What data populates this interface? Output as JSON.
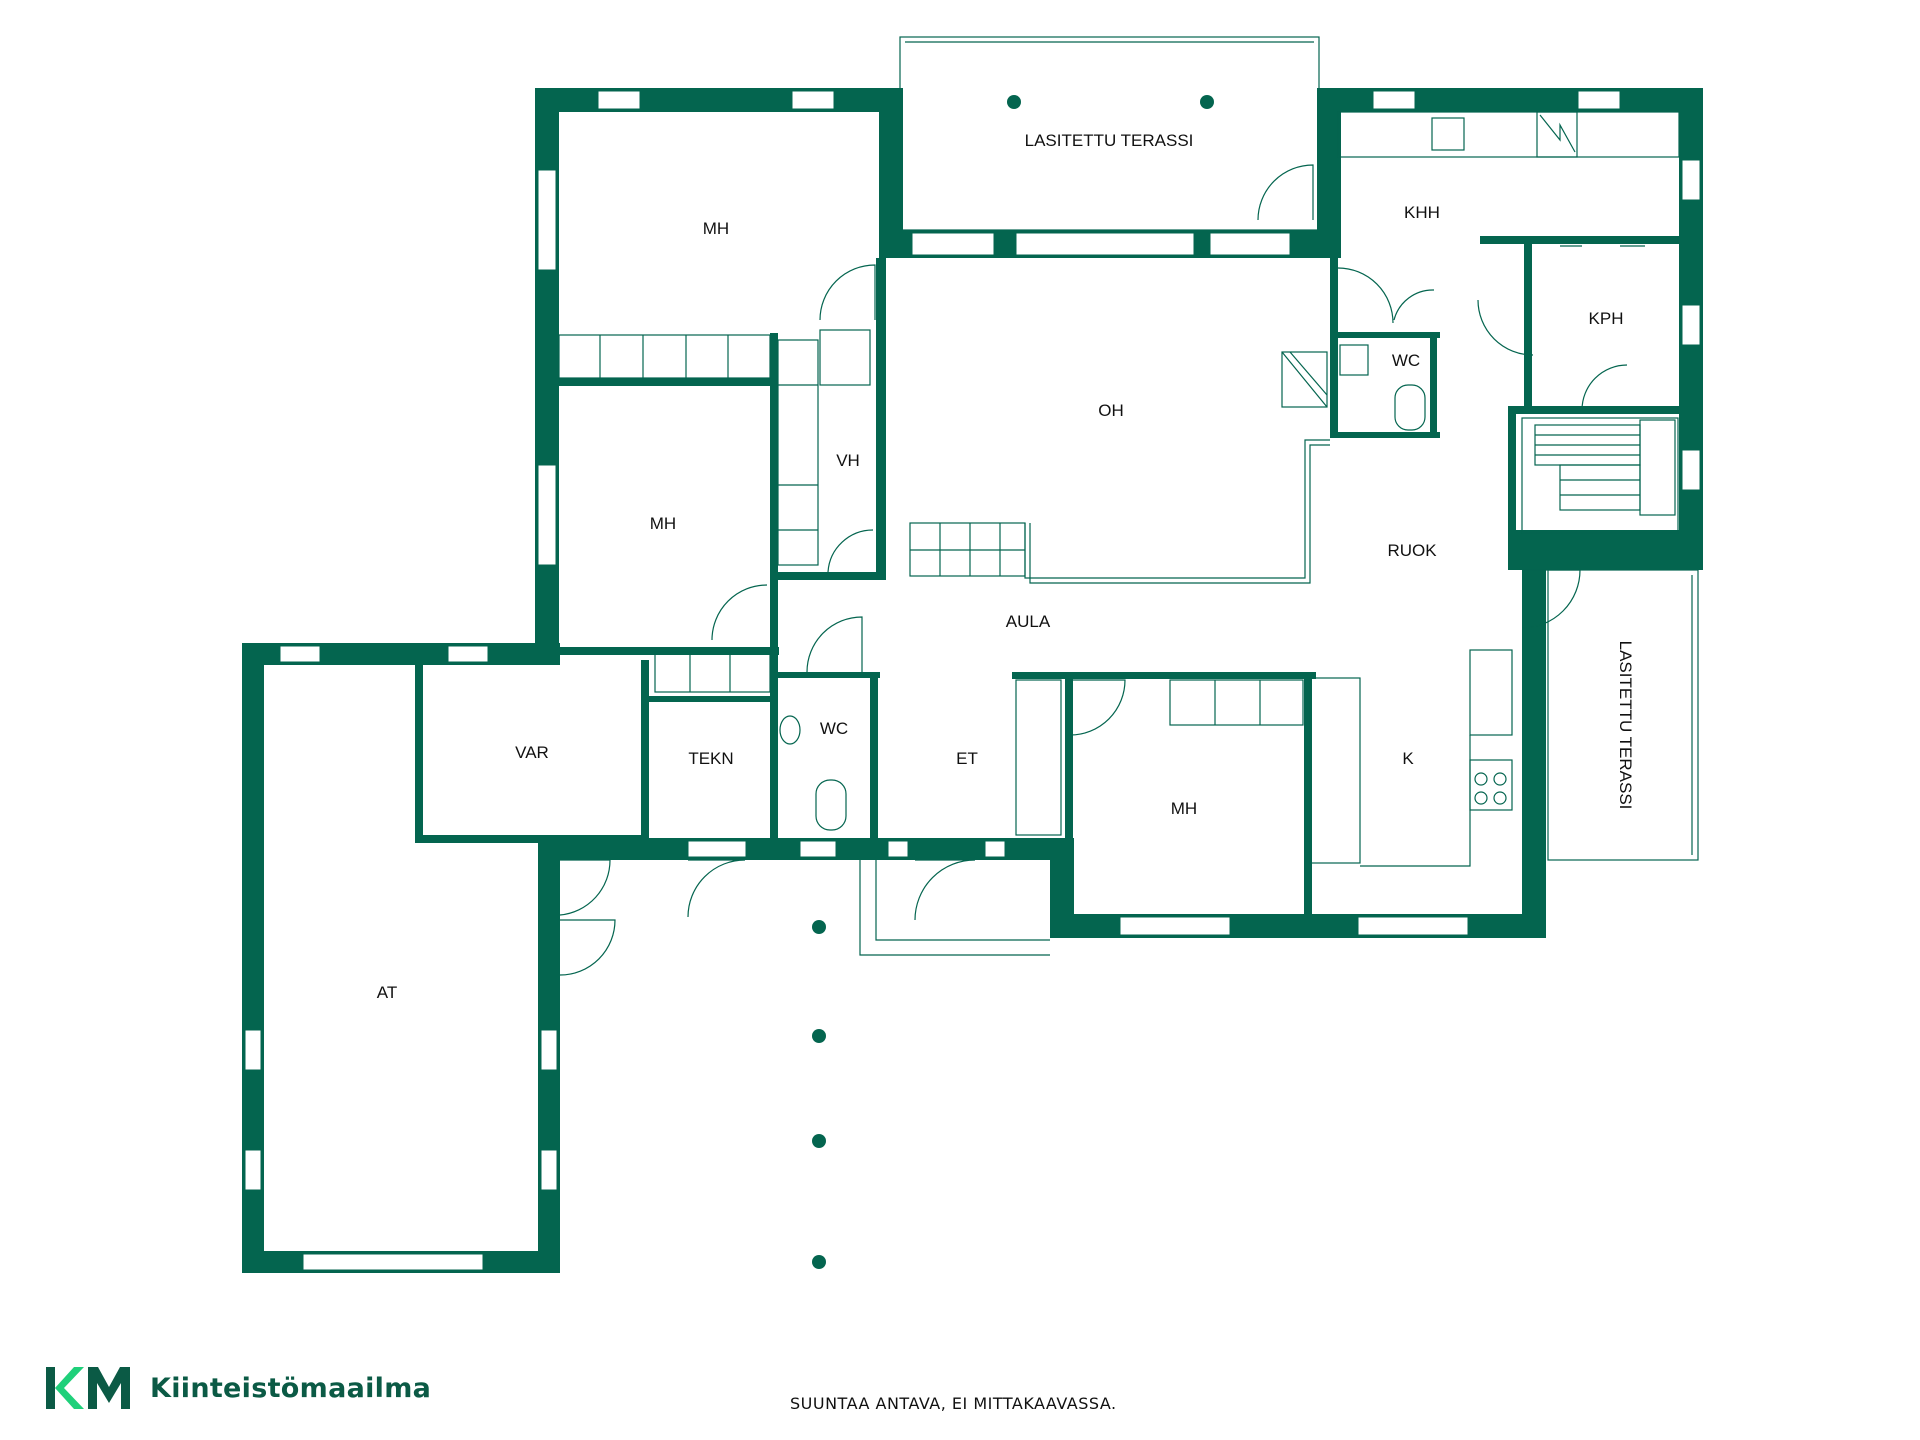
{
  "colors": {
    "wall": "#04654f",
    "accent_green": "#1fd07a",
    "text": "#111111"
  },
  "rooms": {
    "mh_top": "MH",
    "lasitettu_terassi_top": "LASITETTU TERASSI",
    "khh": "KHH",
    "kph": "KPH",
    "wc_upper": "WC",
    "oh": "OH",
    "vh": "VH",
    "mh_mid": "MH",
    "ruok": "RUOK",
    "aula": "AULA",
    "var": "VAR",
    "tekn": "TEKN",
    "wc_lower": "WC",
    "et": "ET",
    "mh_bottom": "MH",
    "k": "K",
    "at": "AT",
    "lasitettu_terassi_side": "LASITETTU TERASSI"
  },
  "footer": {
    "note": "SUUNTAA ANTAVA, EI MITTAKAAVASSA.",
    "brand_name": "Kiinteistömaailma",
    "brand_logo": "KM"
  }
}
